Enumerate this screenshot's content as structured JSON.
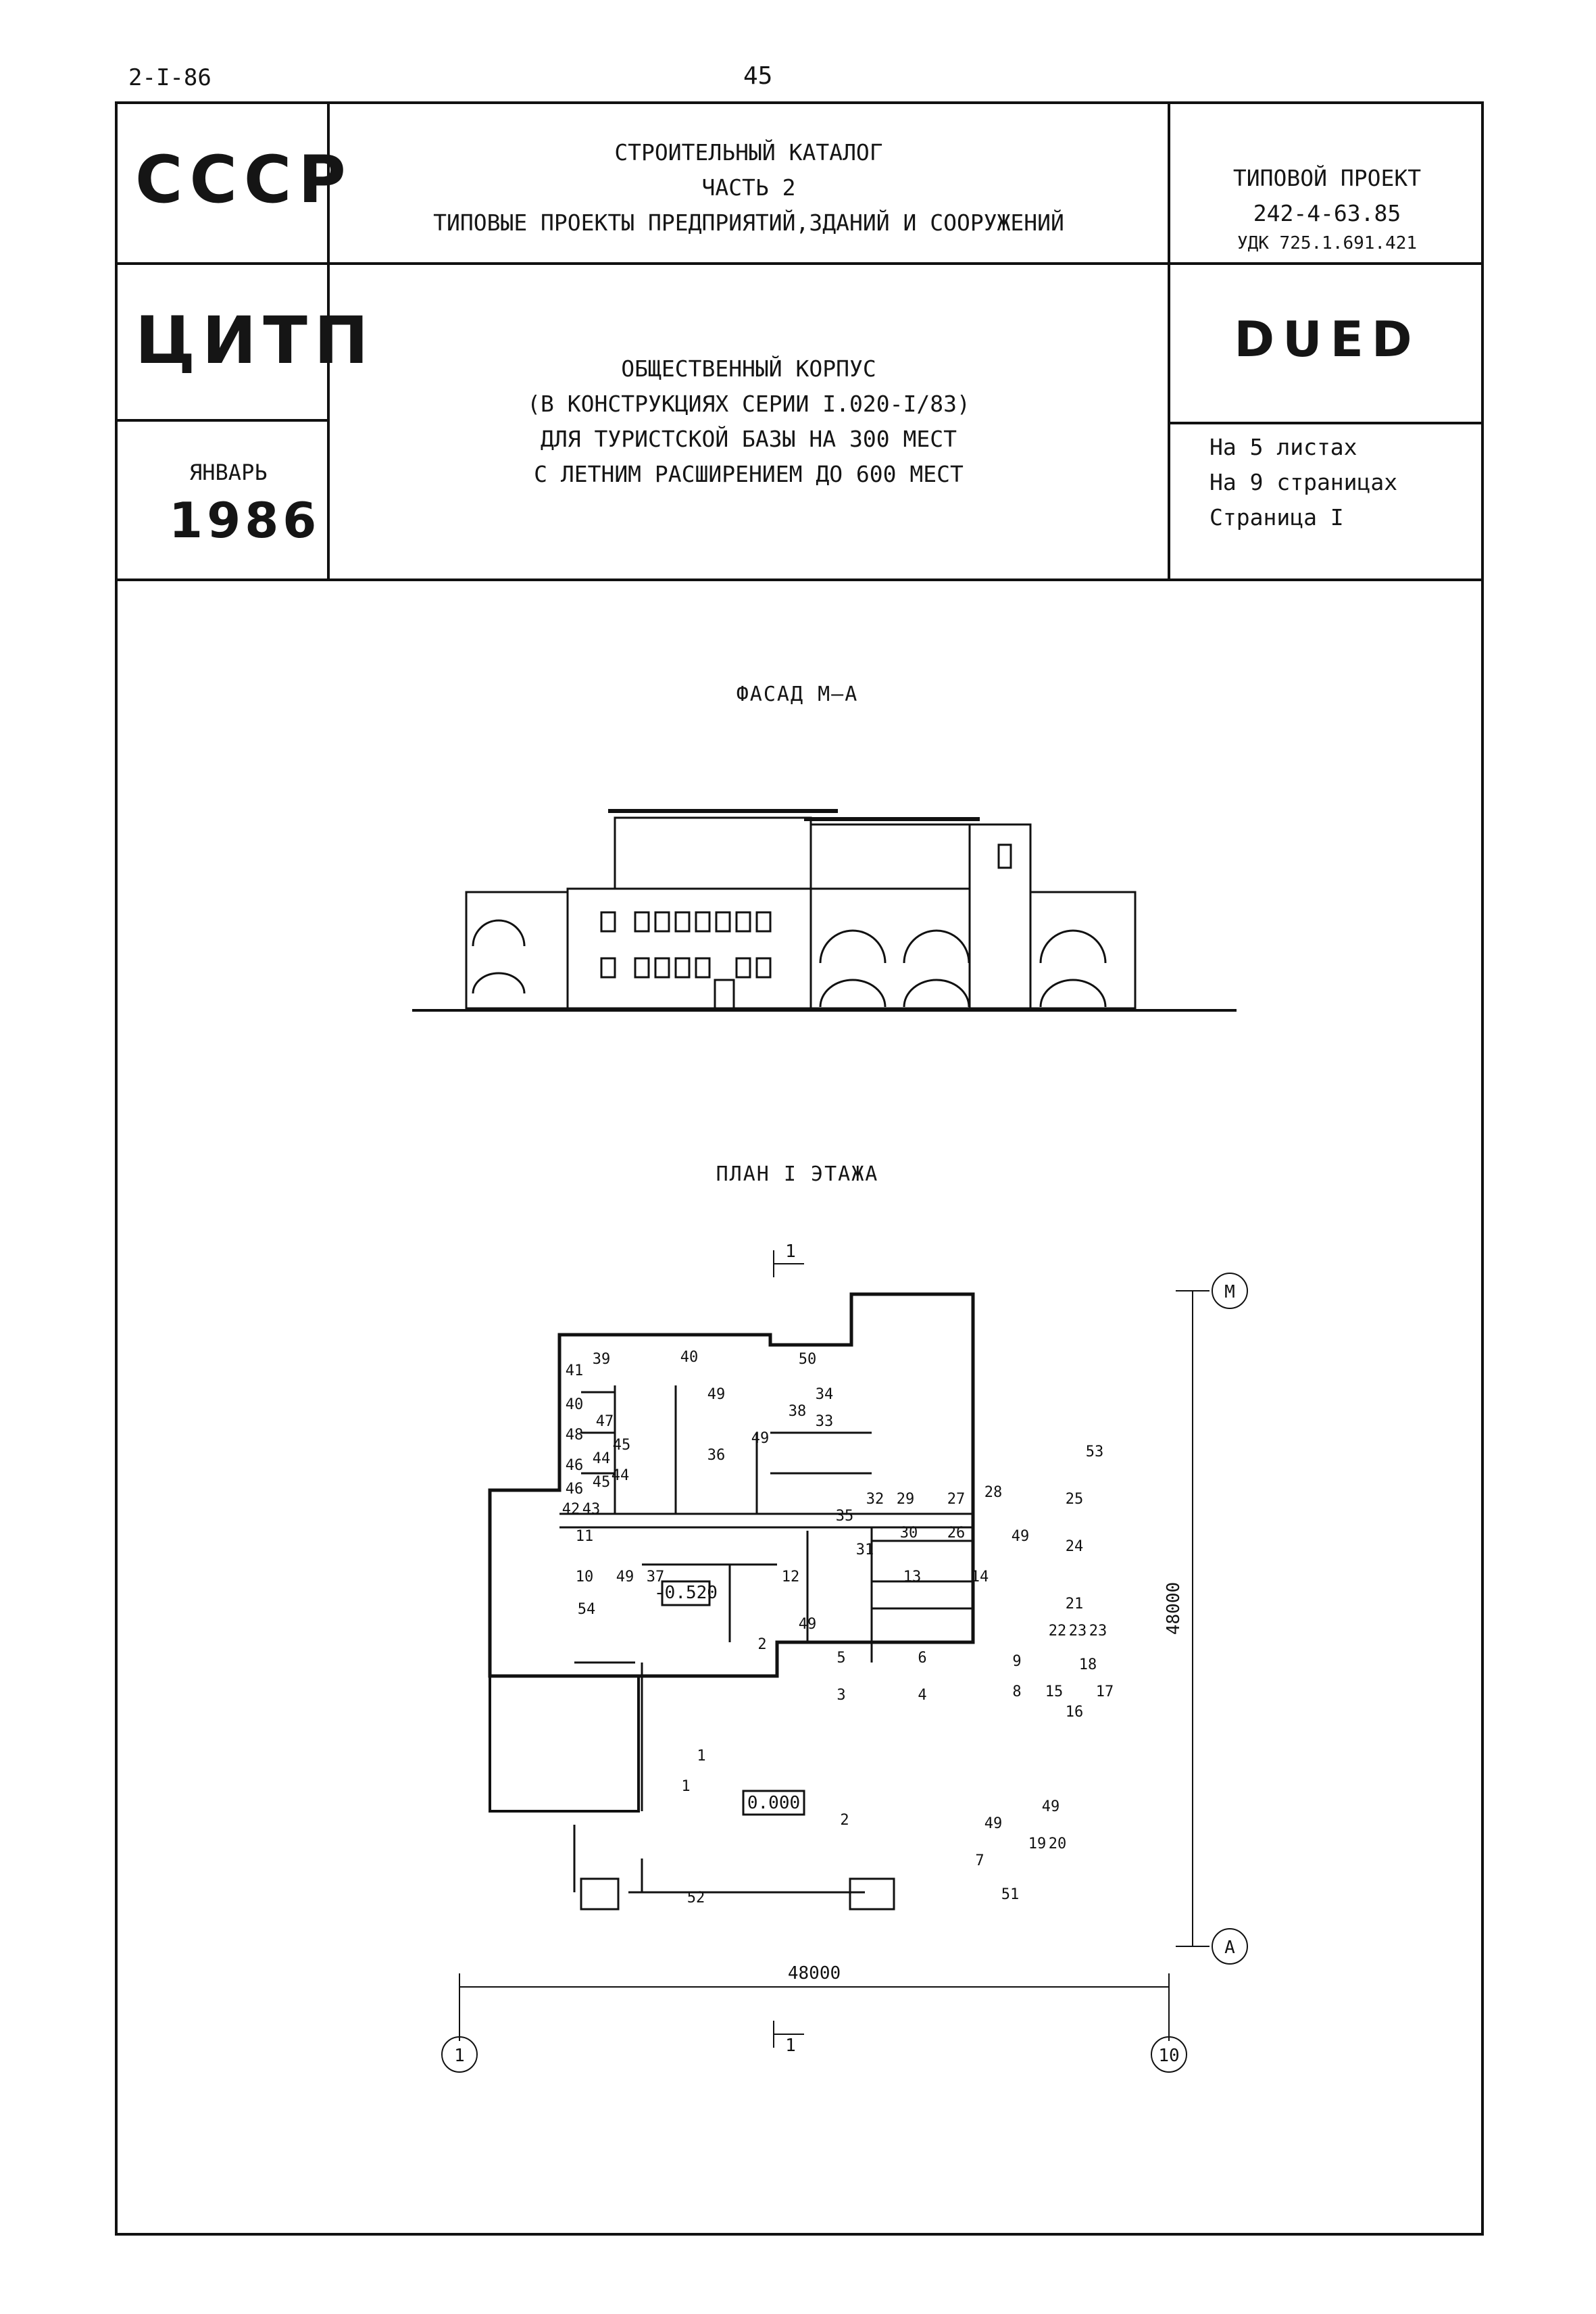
{
  "header": {
    "series_code": "2-I-86",
    "page_number": "45"
  },
  "title_block": {
    "org_top": "СССР",
    "org_bottom": "ЦИТП",
    "month": "ЯНВАРЬ",
    "year": "1986",
    "catalog_lines": [
      "СТРОИТЕЛЬНЫЙ КАТАЛОГ",
      "ЧАСТЬ 2",
      "ТИПОВЫЕ ПРОЕКТЫ ПРЕДПРИЯТИЙ,ЗДАНИЙ И СООРУЖЕНИЙ"
    ],
    "project_label": "ТИПОВОЙ ПРОЕКТ",
    "project_number": "242-4-63.85",
    "udk": "УДК 725.1.691.421",
    "code": "DUED",
    "description_lines": [
      "ОБЩЕСТВЕННЫЙ КОРПУС",
      "(В КОНСТРУКЦИЯХ СЕРИИ I.020-I/83)",
      "ДЛЯ ТУРИСТСКОЙ БАЗЫ НА 300 МЕСТ",
      "С ЛЕТНИМ РАСШИРЕНИЕМ ДО 600 МЕСТ"
    ],
    "sheets_lines": [
      "На  5  листах",
      "На  9  страницах",
      "Страница  I"
    ]
  },
  "facade": {
    "title": "ФАСАД М–А"
  },
  "plan": {
    "title": "ПЛАН I ЭТАЖА",
    "dim_horizontal": "48000",
    "dim_vertical": "48000",
    "axis_left": "1",
    "axis_right": "10",
    "axis_top": "М",
    "axis_bottom": "А",
    "section_mark": "1",
    "level_main": "0.000",
    "level_low": "-0.520",
    "rooms": [
      "41",
      "39",
      "40",
      "50",
      "49",
      "34",
      "33",
      "38",
      "36",
      "49",
      "45",
      "44",
      "46",
      "48",
      "47",
      "40",
      "46",
      "45",
      "44",
      "42",
      "43",
      "11",
      "10",
      "49",
      "54",
      "37",
      "12",
      "13",
      "14",
      "35",
      "32",
      "29",
      "30",
      "31",
      "27",
      "26",
      "28",
      "49",
      "25",
      "24",
      "21",
      "22",
      "23",
      "23",
      "18",
      "17",
      "15",
      "16",
      "9",
      "8",
      "6",
      "5",
      "3",
      "4",
      "2",
      "2",
      "1",
      "1",
      "52",
      "7",
      "51",
      "19",
      "20",
      "49",
      "49",
      "49",
      "53"
    ]
  }
}
